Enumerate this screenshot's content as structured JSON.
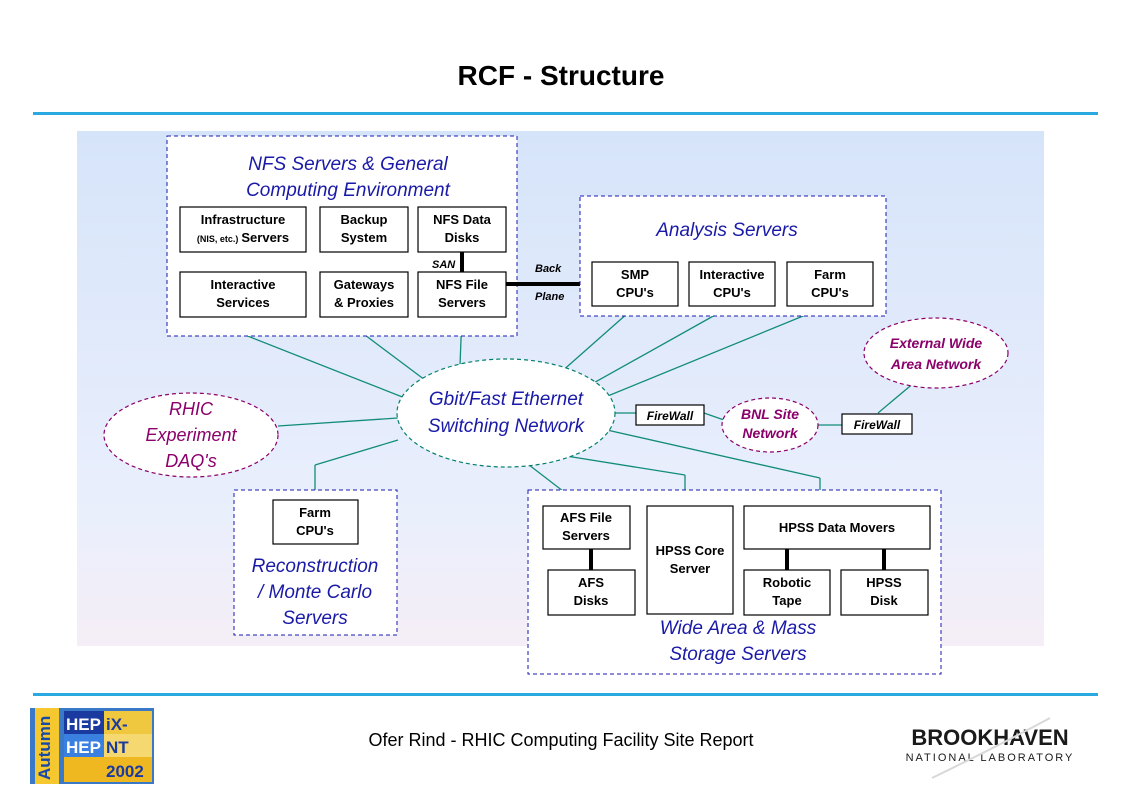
{
  "title": "RCF  - Structure",
  "footer": "Ofer Rind - RHIC Computing Facility Site Report",
  "logos": {
    "hepix": {
      "text": [
        "HEP",
        "iX-",
        "HEP",
        "NT",
        "2002"
      ],
      "side": "Autumn"
    },
    "bnl": {
      "line1": "BROOKHAVEN",
      "line2": "NATIONAL LABORATORY"
    }
  },
  "diagram": {
    "nfs_group": {
      "title": [
        "NFS Servers & General",
        "Computing Environment"
      ],
      "infrastructure": [
        "Infrastructure",
        "(NIS, etc.)",
        "Servers"
      ],
      "backup": [
        "Backup",
        "System"
      ],
      "nfs_disks": [
        "NFS Data",
        "Disks"
      ],
      "interactive": [
        "Interactive",
        "Services"
      ],
      "gateways": [
        "Gateways",
        "& Proxies"
      ],
      "nfs_file": [
        "NFS File",
        "Servers"
      ],
      "san": "SAN"
    },
    "backplane": [
      "Back",
      "Plane"
    ],
    "analysis_group": {
      "title": "Analysis Servers",
      "smp": [
        "SMP",
        "CPU's"
      ],
      "interactive": [
        "Interactive",
        "CPU's"
      ],
      "farm": [
        "Farm",
        "CPU's"
      ]
    },
    "switch": [
      "Gbit/Fast Ethernet",
      "Switching Network"
    ],
    "rhic": [
      "RHIC",
      "Experiment",
      "DAQ's"
    ],
    "external": [
      "External Wide",
      "Area Network"
    ],
    "bnl_site": [
      "BNL Site",
      "Network"
    ],
    "firewall": "FireWall",
    "recon_group": {
      "title": [
        "Reconstruction",
        "/ Monte Carlo",
        "Servers"
      ],
      "farm": [
        "Farm",
        "CPU's"
      ]
    },
    "storage_group": {
      "title": [
        "Wide Area & Mass",
        "Storage Servers"
      ],
      "afs_file": [
        "AFS File",
        "Servers"
      ],
      "afs_disks": [
        "AFS",
        "Disks"
      ],
      "hpss_core": [
        "HPSS Core",
        "Server"
      ],
      "hpss_movers": "HPSS Data Movers",
      "robotic": [
        "Robotic",
        "Tape"
      ],
      "hpss_disk": [
        "HPSS",
        "Disk"
      ]
    }
  }
}
